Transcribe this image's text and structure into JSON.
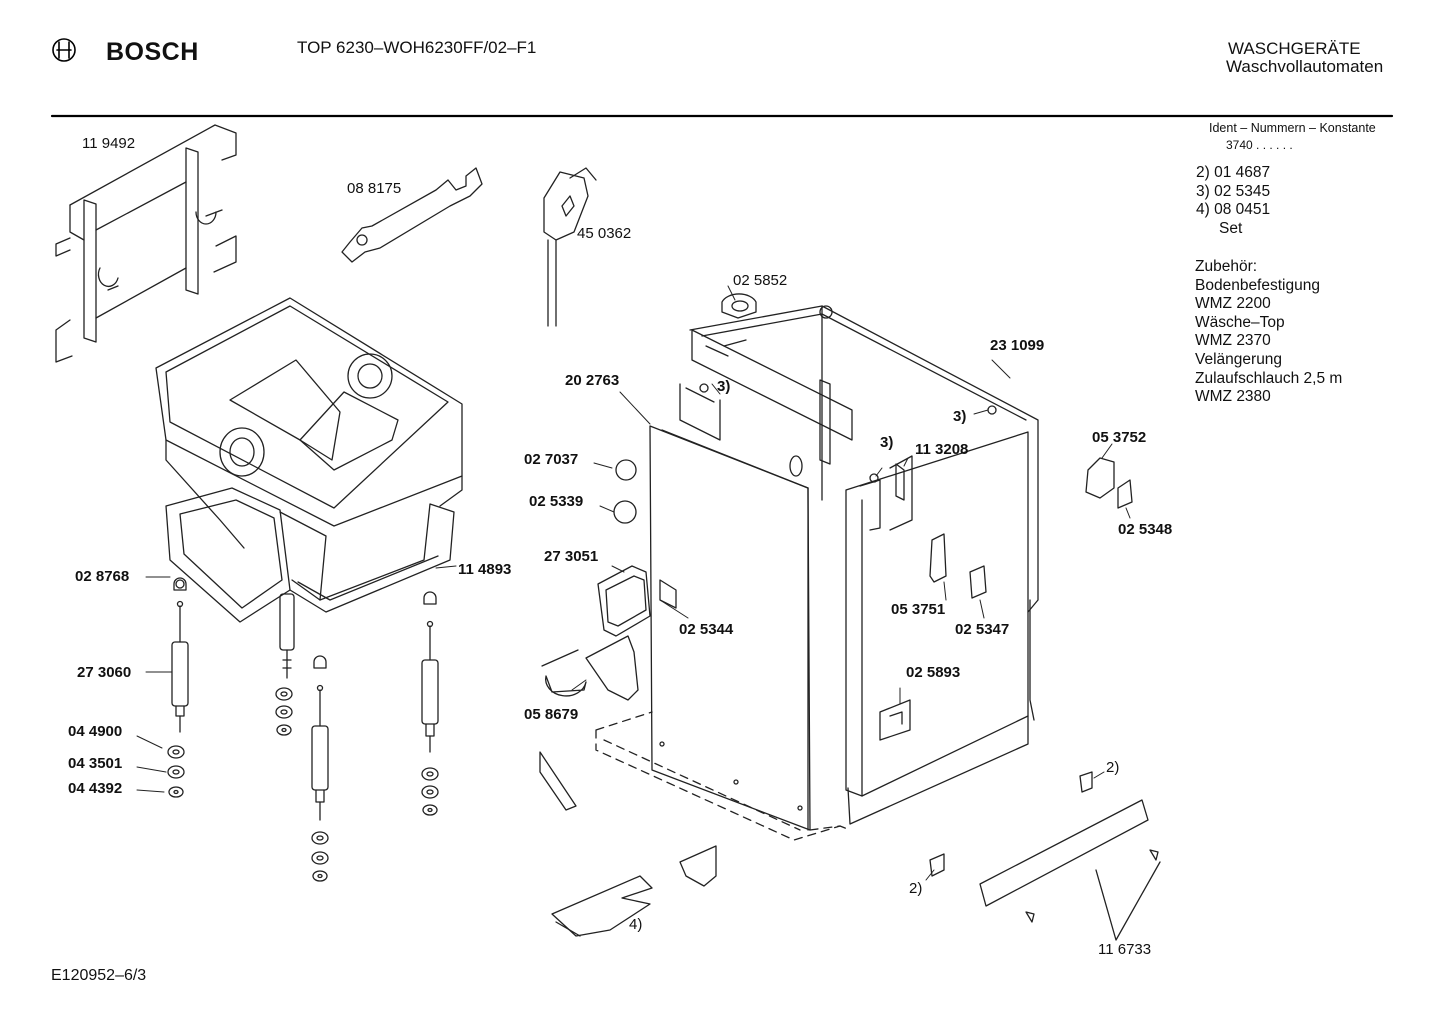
{
  "header": {
    "brand": "BOSCH",
    "model": "TOP 6230–WOH6230FF/02–F1",
    "category": "WASCHGERÄTE",
    "subcategory": "Waschvollautomaten"
  },
  "sidebar": {
    "ident_title": "Ident – Nummern – Konstante",
    "ident_value": "3740 . . . . . .",
    "parts": [
      "2)  01 4687",
      "3)  02 5345",
      "4)  08 0451",
      "Set"
    ],
    "accessories": [
      "Zubehör:",
      "Bodenbefestigung",
      "WMZ 2200",
      "Wäsche–Top",
      "WMZ 2370",
      "Velängerung",
      "Zulaufschlauch 2,5 m",
      "WMZ 2380"
    ]
  },
  "labels": {
    "p119492": "11 9492",
    "p088175": "08 8175",
    "p450362": "45 0362",
    "p025852": "02 5852",
    "p231099": "23 1099",
    "p202763": "20 2763",
    "ref3a": "3)",
    "ref3b": "3)",
    "ref3c": "3)",
    "p113208": "11 3208",
    "p053752": "05 3752",
    "p025348": "02 5348",
    "p027037": "02 7037",
    "p025339": "02 5339",
    "p273051": "27 3051",
    "p025344": "02 5344",
    "p053751": "05 3751",
    "p025347": "02 5347",
    "p028768": "02 8768",
    "p114893": "11 4893",
    "p273060": "27 3060",
    "p044900": "04 4900",
    "p043501": "04 3501",
    "p044392": "04 4392",
    "p058679": "05 8679",
    "p025893": "02 5893",
    "ref2a": "2)",
    "ref2b": "2)",
    "ref4": "4)",
    "p116733": "11 6733"
  },
  "footer": {
    "code": "E120952–6/3"
  }
}
